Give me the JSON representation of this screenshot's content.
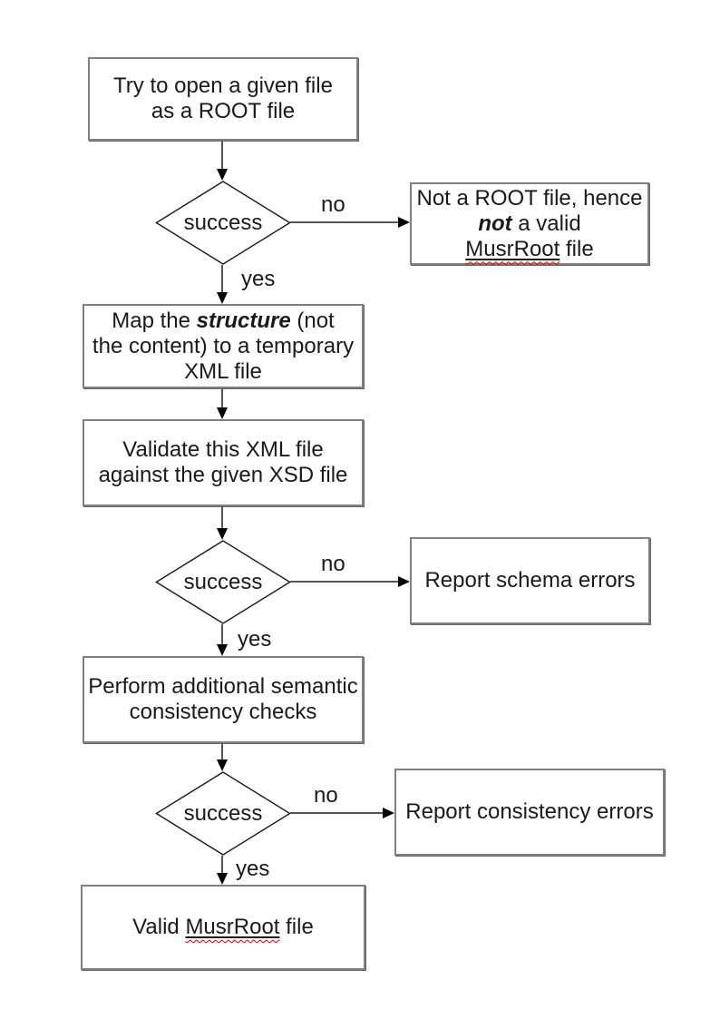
{
  "colors": {
    "background": "#ffffff",
    "box_border": "#808080",
    "box_shadow": "#676767",
    "diamond_border": "#1a1a1a",
    "connector_line": "#555555",
    "arrowhead": "#000000",
    "text": "#1a1a1a",
    "spellcheck_underline": "#e00000"
  },
  "nodes": {
    "try_open": {
      "lines": [
        "Try to open a given file",
        "as a ROOT file"
      ]
    },
    "decision1": {
      "label": "success"
    },
    "not_root": {
      "line1": "Not a ROOT file, hence",
      "line2_emphasis": "not",
      "line2_rest": " a valid",
      "line3_word": "MusrRoot",
      "line3_rest": " file"
    },
    "map_structure": {
      "line1_pre": "Map the ",
      "line1_emphasis": "structure",
      "line1_post": " (not",
      "line2": "the content) to a temporary",
      "line3": "XML file"
    },
    "validate": {
      "lines": [
        "Validate this XML file",
        "against the given XSD file"
      ]
    },
    "decision2": {
      "label": "success"
    },
    "report_schema": {
      "label": "Report schema errors"
    },
    "perform_checks": {
      "lines": [
        "Perform additional semantic",
        "consistency checks"
      ]
    },
    "decision3": {
      "label": "success"
    },
    "report_consistency": {
      "label": "Report consistency errors"
    },
    "valid_file": {
      "pre": "Valid ",
      "word": "MusrRoot",
      "post": " file"
    }
  },
  "edge_labels": {
    "no1": "no",
    "yes1": "yes",
    "no2": "no",
    "yes2": "yes",
    "no3": "no",
    "yes3": "yes"
  }
}
